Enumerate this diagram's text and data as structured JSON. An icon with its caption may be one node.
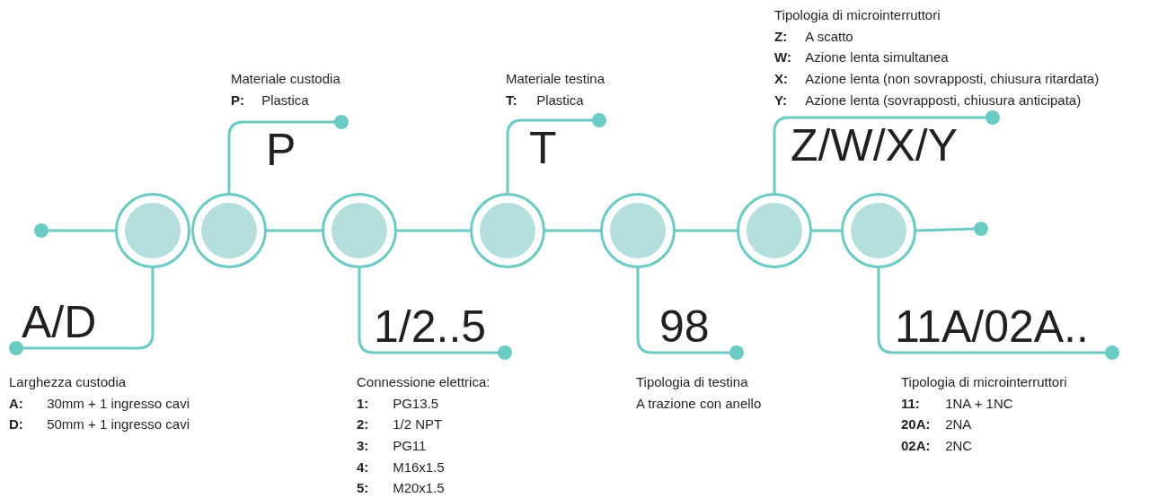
{
  "diagram": {
    "nodes": [
      {
        "text": [],
        "shape": "circle"
      },
      {
        "text": [],
        "shape": "circle"
      },
      {
        "text": [],
        "shape": "circle"
      },
      {
        "text": [],
        "shape": "circle"
      },
      {
        "text": [],
        "shape": "circle"
      },
      {
        "text": [],
        "shape": "circle"
      },
      {
        "text": [],
        "shape": "circle"
      },
      {
        "text": [],
        "shape": "circle"
      },
      {
        "text": [],
        "shape": "circle"
      },
      {
        "text": [
          "A/D"
        ],
        "beside": [
          "Larghezza custodia",
          "**A:** 30mm + 1 ingresso cavi",
          "**D:** 50mm + 1 ingresso cavi"
        ]
      },
      {
        "text": [
          "P"
        ],
        "beside": [
          "Materiale custodia",
          "**P:** Plastica"
        ]
      },
      {
        "text": [
          "1/2..5"
        ],
        "beside": [
          "Connessione elettrica:",
          "**1:** PG13.5",
          "**2:** 1/2 NPT",
          "**3:** PG11",
          "**4:** M16x1.5",
          "**5:** M20x1.5"
        ]
      },
      {
        "text": [
          "T"
        ],
        "beside": [
          "Materiale testina",
          "**T:** Plastica"
        ]
      },
      {
        "text": [
          "98"
        ],
        "beside": [
          "Tipologia di testina",
          "A trazione con anello"
        ]
      },
      {
        "text": [
          "Z/W/X/Y"
        ],
        "beside": [
          "Tipologia di microinterruttori",
          "**Z:** A scatto",
          "**W:** Azione lenta simultanea",
          "**X:** Azione lenta (non sovrapposti, chiusura ritardata)",
          "**Y:** Azione lenta (sovrapposti, chiusura anticipata)"
        ]
      },
      {
        "text": [
          "11A/02A.."
        ],
        "beside": [
          "Tipologia di microinterruttori",
          "**11:** 1NA + 1NC",
          "**20A:** 2NA",
          "**02A:** 2NC"
        ]
      }
    ],
    "edges": [
      {
        "from": 0,
        "to": 1,
        "arrow": "none"
      },
      {
        "from": 2,
        "to": 3,
        "arrow": "none"
      },
      {
        "from": 3,
        "to": 4,
        "arrow": "none"
      },
      {
        "from": 4,
        "to": 5,
        "arrow": "none"
      },
      {
        "from": 5,
        "to": 6,
        "arrow": "none"
      },
      {
        "from": 6,
        "to": 7,
        "arrow": "none"
      },
      {
        "from": 7,
        "to": 8,
        "arrow": "none"
      },
      {
        "from": 1,
        "to": 9,
        "arrow": "other"
      },
      {
        "from": 2,
        "to": 10,
        "arrow": "other"
      },
      {
        "from": 3,
        "to": 11,
        "arrow": "other"
      },
      {
        "from": 4,
        "to": 12,
        "arrow": "other"
      },
      {
        "from": 5,
        "to": 13,
        "arrow": "other"
      },
      {
        "from": 6,
        "to": 14,
        "arrow": "other"
      },
      {
        "from": 7,
        "to": 15,
        "arrow": "other"
      }
    ]
  }
}
